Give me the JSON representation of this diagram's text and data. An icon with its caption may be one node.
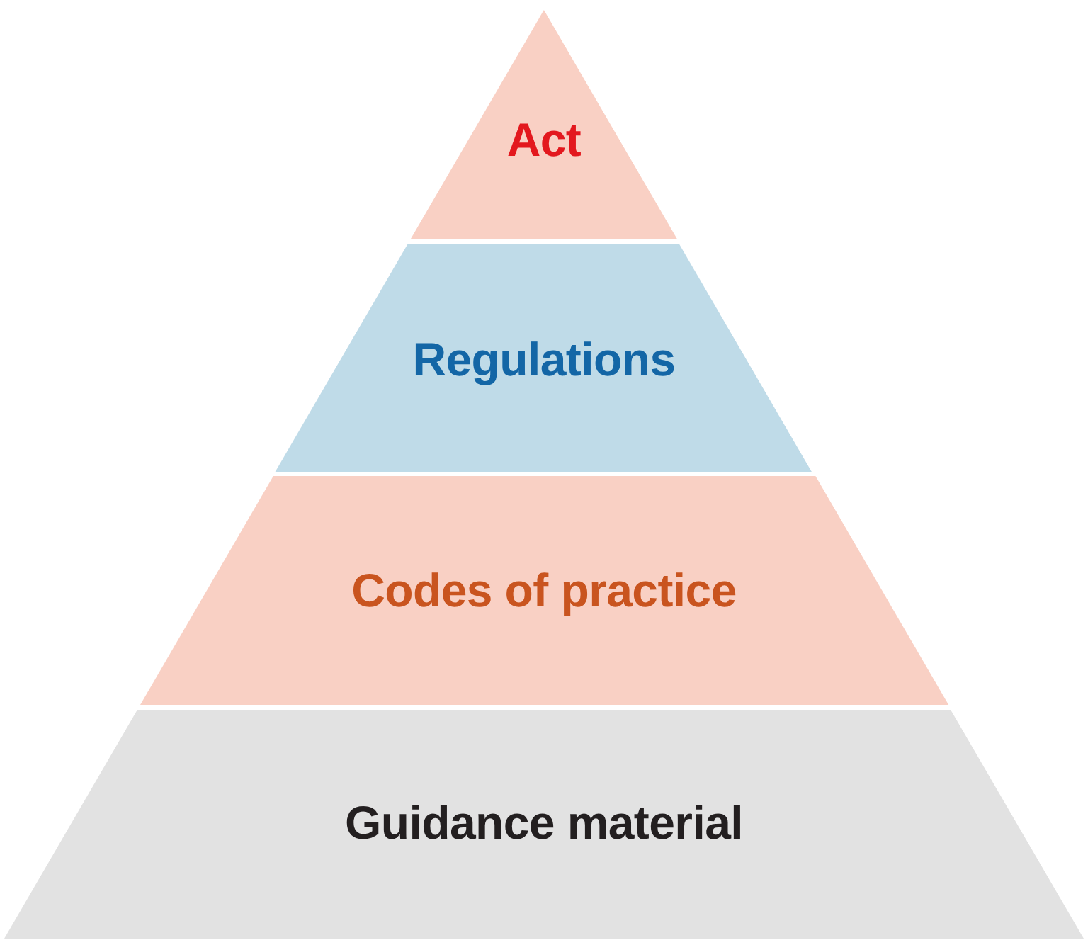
{
  "diagram": {
    "nodes": [
      {
        "text": [
          "Act"
        ]
      },
      {
        "text": [
          "Regulations"
        ]
      },
      {
        "text": [
          "Codes of practice"
        ]
      },
      {
        "text": [
          "Guidance material"
        ]
      }
    ]
  }
}
